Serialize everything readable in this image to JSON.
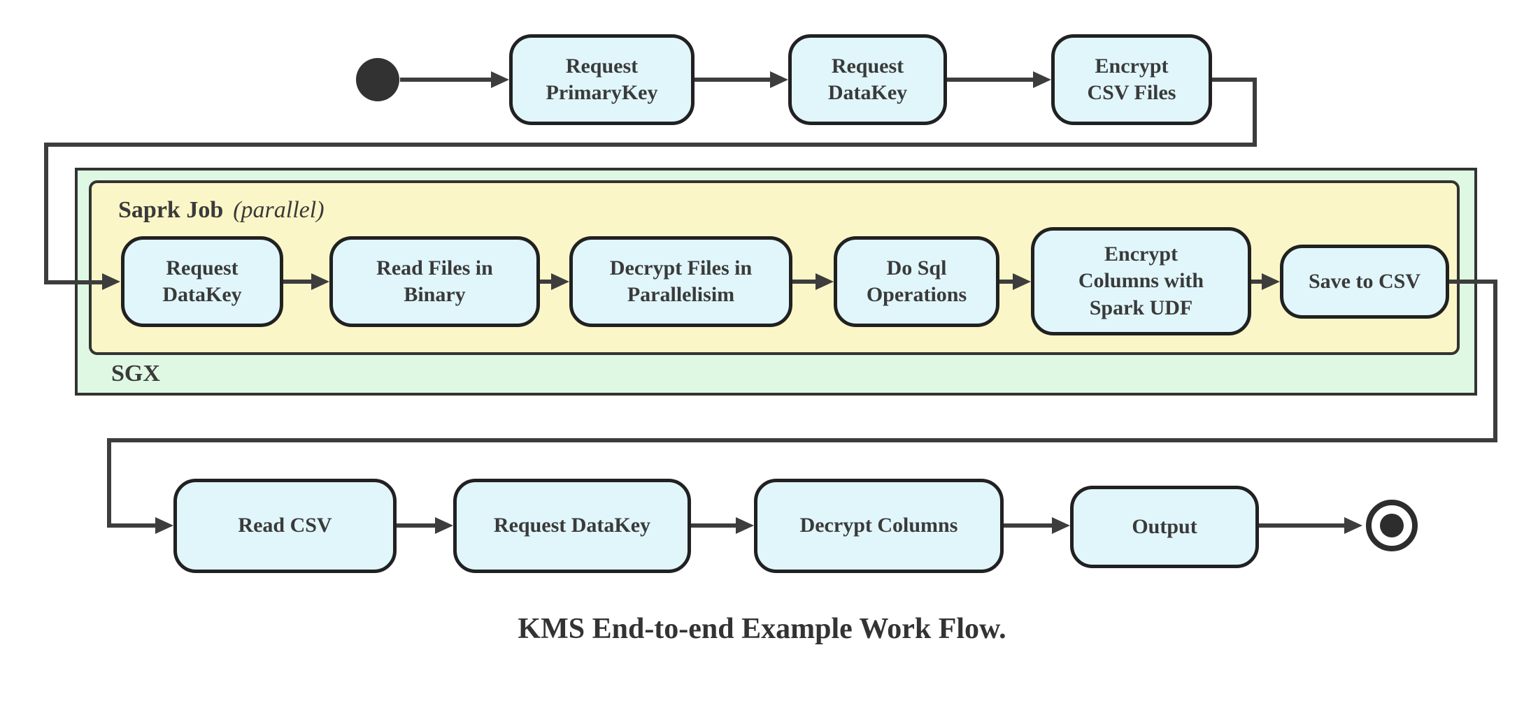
{
  "diagram": {
    "caption": "KMS End-to-end Example Work Flow.",
    "colors": {
      "node_fill": "#e0f6fb",
      "node_border": "#212121",
      "spark_container_fill": "#fbf6c7",
      "sgx_container_fill": "#dff8e3",
      "container_border": "#333333",
      "edge": "#3d3d3d",
      "text": "#3a3a3a",
      "start_state_fill": "#323232",
      "end_state_color": "#2d2d2d"
    },
    "top_row": [
      {
        "label": "Request\nPrimaryKey"
      },
      {
        "label": "Request\nDataKey"
      },
      {
        "label": "Encrypt\nCSV Files"
      }
    ],
    "sgx": {
      "label": "SGX"
    },
    "spark_job": {
      "title": "Saprk Job",
      "qualifier": "(parallel)",
      "steps": [
        {
          "label": "Request\nDataKey"
        },
        {
          "label": "Read Files in\nBinary"
        },
        {
          "label": "Decrypt Files in\nParallelisim"
        },
        {
          "label": "Do Sql\nOperations"
        },
        {
          "label": "Encrypt\nColumns with\nSpark UDF"
        },
        {
          "label": "Save to CSV"
        }
      ]
    },
    "bottom_row": [
      {
        "label": "Read CSV"
      },
      {
        "label": "Request DataKey"
      },
      {
        "label": "Decrypt Columns"
      },
      {
        "label": "Output"
      }
    ]
  }
}
